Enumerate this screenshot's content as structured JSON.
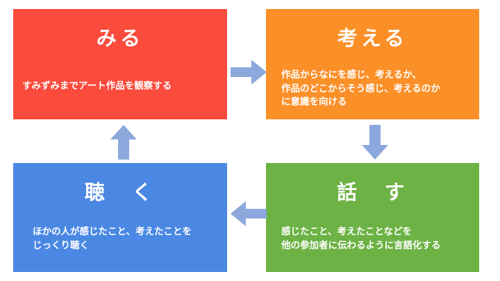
{
  "diagram": {
    "title": "Art appreciation four-step cycle",
    "background": "#ffffff",
    "arrow_color": "#8CA8DC",
    "cards": [
      {
        "id": "miru",
        "title": "みる",
        "body": "すみずみまでアート作品を観察する",
        "color": "#FA4B3C",
        "text_color": "#FFFFFF"
      },
      {
        "id": "kangaeru",
        "title": "考える",
        "body": "作品からなにを感じ、考えるか、\n作品のどこからそう感じ、考えるのか\nに意識を向ける",
        "color": "#FB9029",
        "text_color": "#FFFFFF"
      },
      {
        "id": "hanasu",
        "title": "話　す",
        "body": "感じたこと、考えたことなどを\n他の参加者に伝わるように言語化する",
        "color": "#6CB244",
        "text_color": "#FFFFFF"
      },
      {
        "id": "kiku",
        "title": "聴　く",
        "body": "ほかの人が感じたこと、考えたことを\nじっくり聴く",
        "color": "#4A88E4",
        "text_color": "#FFFFFF"
      }
    ],
    "arrows": [
      {
        "id": "right",
        "direction": "right",
        "from": "miru",
        "to": "kangaeru"
      },
      {
        "id": "down",
        "direction": "down",
        "from": "kangaeru",
        "to": "hanasu"
      },
      {
        "id": "left",
        "direction": "left",
        "from": "hanasu",
        "to": "kiku"
      },
      {
        "id": "up",
        "direction": "up",
        "from": "kiku",
        "to": "miru"
      }
    ]
  }
}
